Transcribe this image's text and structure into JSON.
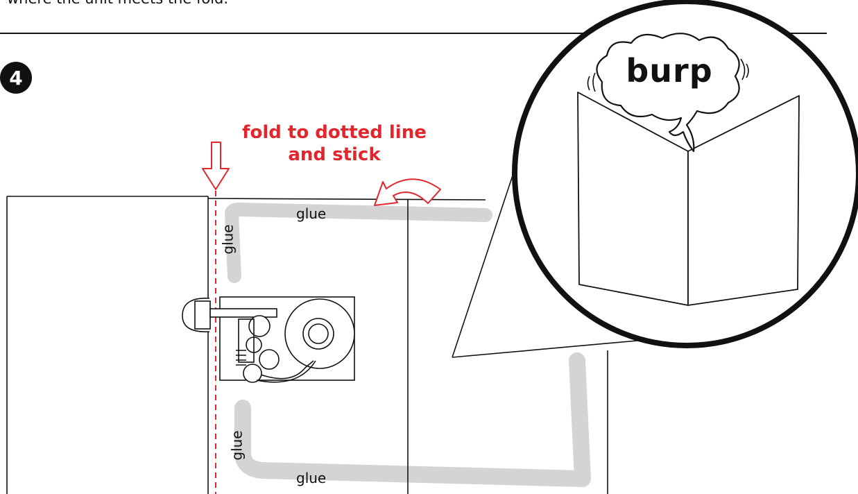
{
  "header": {
    "text": "where the unit meets the fold."
  },
  "step": {
    "number": "4"
  },
  "instruction": {
    "line1": "fold to dotted line",
    "line2": "and stick"
  },
  "glue_labels": {
    "top": "glue",
    "left_upper": "glue",
    "left_lower": "glue",
    "bottom": "glue"
  },
  "callout": {
    "sound_text": "burp"
  },
  "colors": {
    "accent_red": "#e3262d",
    "glue_gray": "#d4d4d6",
    "line_black": "#111111"
  }
}
